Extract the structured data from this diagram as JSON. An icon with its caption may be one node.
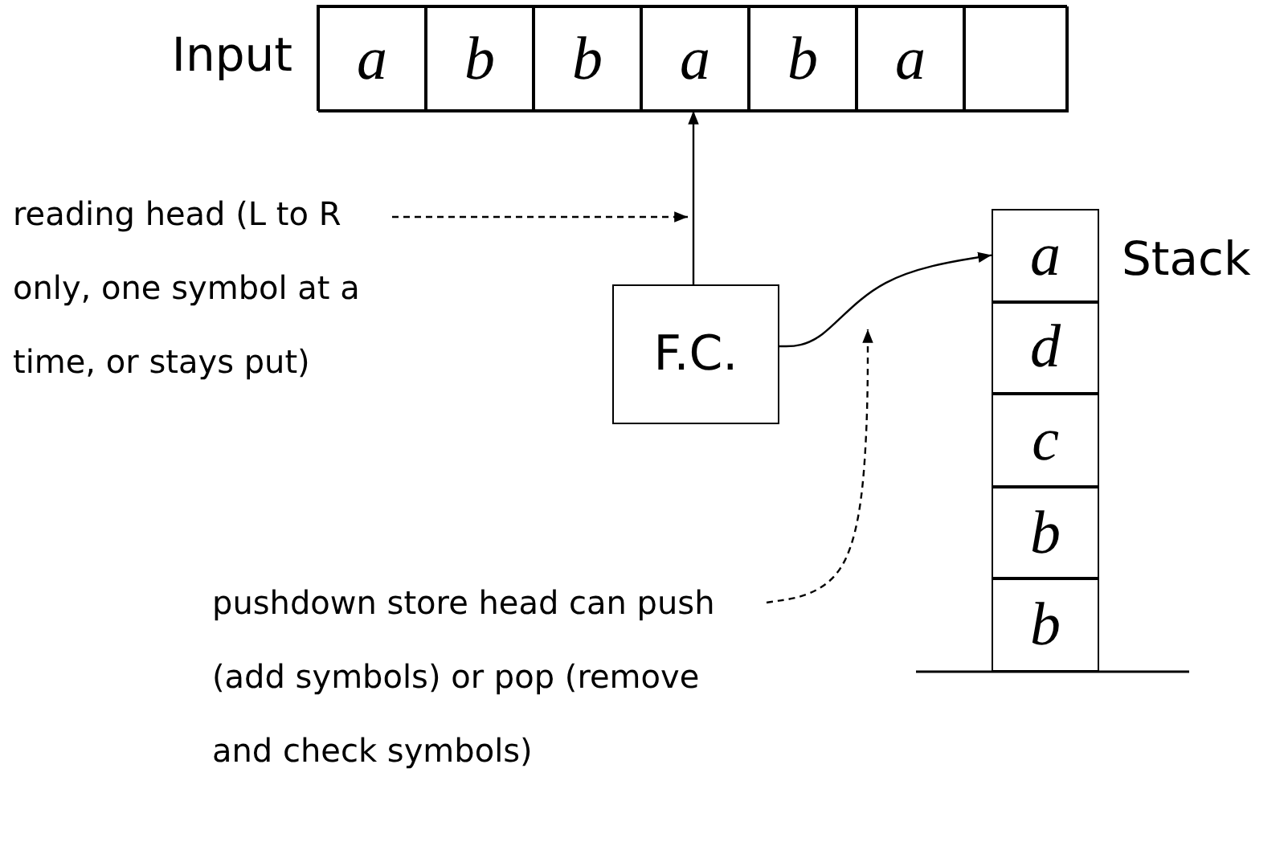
{
  "diagram": {
    "nodes": [
      {
        "text": [
          "Input"
        ]
      },
      {
        "text": [
          "a"
        ],
        "in": 0
      },
      {
        "text": [
          "b"
        ],
        "in": 0
      },
      {
        "text": [
          "b"
        ],
        "in": 0
      },
      {
        "text": [
          "a"
        ],
        "in": 0
      },
      {
        "text": [
          "b"
        ],
        "in": 0
      },
      {
        "text": [
          "a"
        ],
        "in": 0
      },
      {
        "text": [],
        "shape": "box",
        "in": 0
      },
      {
        "text": [
          "F.C."
        ]
      },
      {
        "text": [
          "Stack"
        ]
      },
      {
        "text": [
          "a"
        ],
        "in": 9
      },
      {
        "text": [
          "d"
        ],
        "in": 9
      },
      {
        "text": [
          "c"
        ],
        "in": 9
      },
      {
        "text": [
          "b"
        ],
        "in": 9
      },
      {
        "text": [
          "b"
        ],
        "in": 9
      },
      {
        "text": [
          "reading head (L to R only, one symbol at a time, or stays put)"
        ]
      },
      {
        "text": [
          "pushdown store head can push (add symbols) or pop (remove and check symbols)"
        ]
      }
    ],
    "edges": [
      {
        "from": 8,
        "to": 4,
        "arrow": "to"
      },
      {
        "from": 8,
        "to": 10,
        "arrow": "to"
      },
      {
        "from": 15,
        "to": null,
        "arrow": "to",
        "style": "dashed"
      },
      {
        "from": 16,
        "to": null,
        "arrow": "to",
        "style": "dashed"
      }
    ]
  }
}
